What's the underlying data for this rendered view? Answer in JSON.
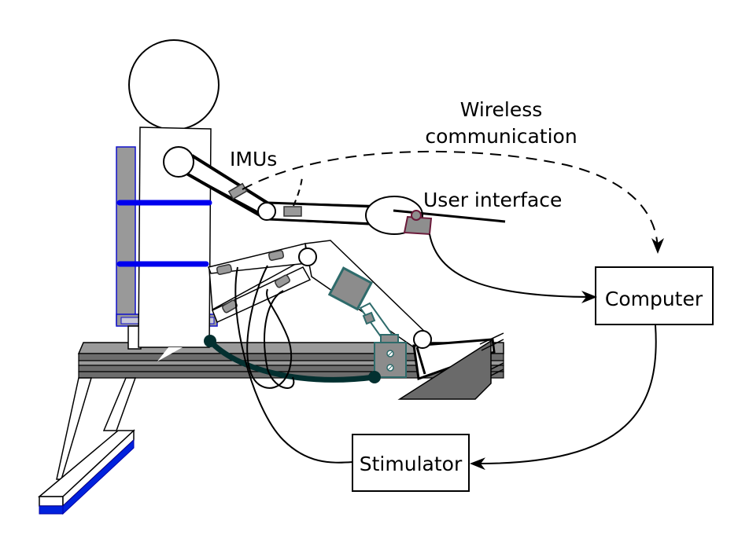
{
  "labels": {
    "wireless_line1": "Wireless",
    "wireless_line2": "communication",
    "imus": "IMUs",
    "user_interface": "User interface",
    "computer": "Computer",
    "stimulator": "Stimulator"
  },
  "colors": {
    "strap_blue": "#0000ee",
    "backrest_fill": "#999999",
    "backrest_stroke": "#1010cc",
    "bench_dark": "#6d6d6d",
    "bench_light": "#9a9a9a",
    "footplate": "#6a6a6a",
    "actuator_teal": "#2e6b6b",
    "actuator_fill": "#8c8c8c",
    "cable_dark": "#033030",
    "ui_device": "#8e8e8e",
    "ui_border": "#6b1a3a",
    "imu_fill": "#9a9a9a"
  },
  "icons": {
    "actuator": "exoskeleton-actuator-icon",
    "foot_pedal": "foot-pedal-icon"
  }
}
